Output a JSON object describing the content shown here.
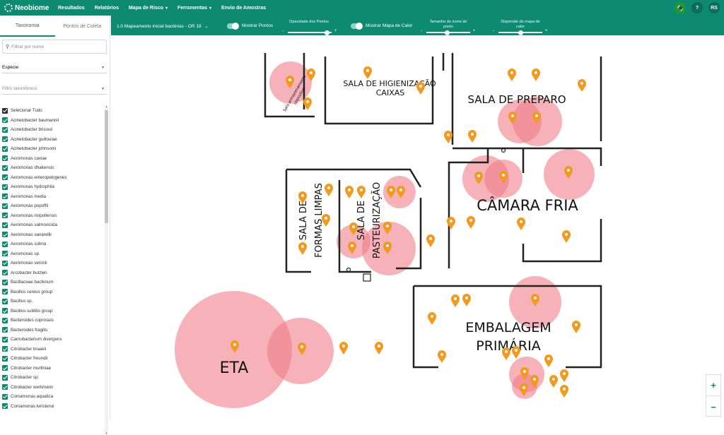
{
  "app": {
    "name": "Neobiome"
  },
  "nav": {
    "items": [
      "Resultados",
      "Relatórios",
      "Mapa de Risco",
      "Ferramentas",
      "Envio de Amostras"
    ],
    "user_initials": "RS",
    "help_label": "?"
  },
  "sidebar": {
    "tabs": [
      "Taxonomia",
      "Pontos de Coleta"
    ],
    "filter_placeholder": "Filtrar por nome",
    "species_select": "Espécie",
    "taxonomy_select": "Filtro taxonômico",
    "select_all": "Selecionar Tudo",
    "species": [
      "Acinetobacter baumannii",
      "Acinetobacter brisouii",
      "Acinetobacter guillouiae",
      "Acinetobacter johnsonii",
      "Aeromonas caviae",
      "Aeromonas dhakensis",
      "Aeromonas enteropelogenes",
      "Aeromonas hydrophila",
      "Aeromonas media",
      "Aeromonas popoffii",
      "Aeromonas rivipollensis",
      "Aeromonas salmonicida",
      "Aeromonas sanarellii",
      "Aeromonas sobria",
      "Aeromonas sp.",
      "Aeromonas veronii",
      "Arcobacter butzleri",
      "Bacillaceae bacterium",
      "Bacillus cereus group",
      "Bacillus sp.",
      "Bacillus subtilis group",
      "Bacteroides coprosuis",
      "Bacteroides fragilis",
      "Carnobacterium divergens",
      "Citrobacter braakii",
      "Citrobacter freundii",
      "Citrobacter murliniae",
      "Citrobacter sp.",
      "Citrobacter werkmanii",
      "Comamonas aquatica",
      "Comamonas kerstersii"
    ]
  },
  "controls": {
    "mapping_select": "1.0 Mapeamento inicial bactérias - OR 18",
    "show_points": "Mostrar Pontos",
    "points_opacity": "Opacidade dos Pontos",
    "show_heatmap": "Mostrar Mapa de Calor",
    "icon_size": "Tamanho do ícone do ponto",
    "heat_spread": "Dispersão do mapa de calor",
    "minus": "-",
    "plus": "+"
  },
  "map": {
    "rooms": {
      "hig": "SALA DE HIGIENIZAÇÃO",
      "hig2": "CAIXAS",
      "preparo": "SALA DE PREPARO",
      "camara": "CÂMARA FRIA",
      "formas1": "SALA DE",
      "formas2": "FORMAS LIMPAS",
      "past1": "SALA DE",
      "past2": "PASTEURIZAÇÃO",
      "emb1": "EMBALAGEM",
      "emb2": "PRIMÁRIA",
      "eta": "ETA",
      "small1": "Sala armazenamento",
      "small2": "utensílios"
    },
    "zoom_in": "+",
    "zoom_out": "−"
  },
  "colors": {
    "brand": "#0e8a70",
    "pin": "#f39a1e",
    "heat": "#f07f88"
  }
}
